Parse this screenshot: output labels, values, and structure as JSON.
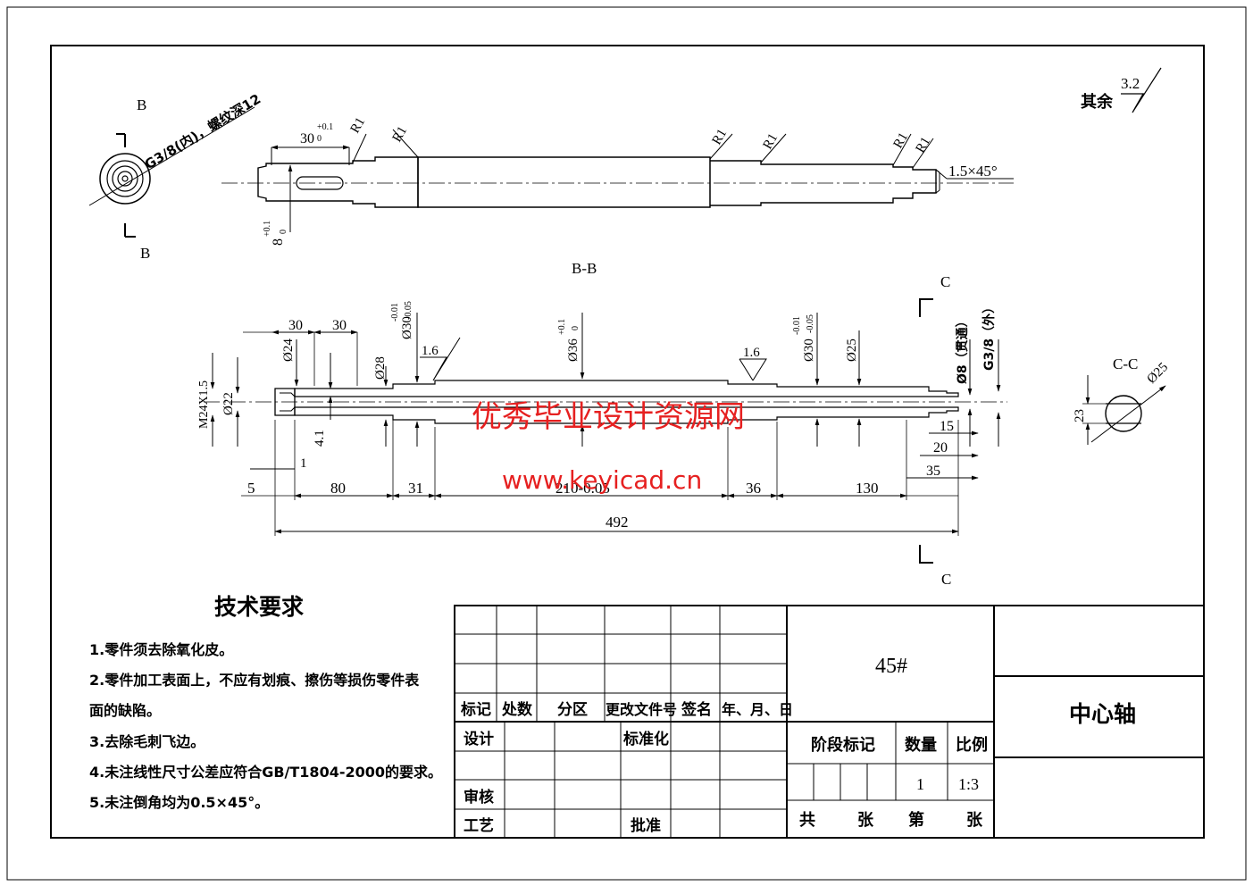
{
  "roughness_other": {
    "label": "其余",
    "value": "3.2"
  },
  "section_marks": {
    "b_top": "B",
    "b_bottom": "B",
    "c_top": "C",
    "c_bottom": "C"
  },
  "section_titles": {
    "bb": "B-B",
    "cc": "C-C"
  },
  "top_view": {
    "thread_note": "G3/8(内)，螺纹深12",
    "keyway_len": "30",
    "keyway_tol": "+0.1\n0",
    "keyway_width": "8",
    "keyway_width_tol": "+0.1\n0",
    "radii": [
      "R1",
      "R1",
      "R1",
      "R1",
      "R1",
      "R1"
    ],
    "chamfer": "1.5×45°"
  },
  "section_bb": {
    "dims_top": [
      "30",
      "30",
      "Ø24",
      "Ø28",
      "Ø30-0.01\n-0.05",
      "Ø36+0.1\n0",
      "Ø30-0.01\n-0.05",
      "Ø25",
      "Ø8（贯通）",
      "G3/8（外）"
    ],
    "roughness": [
      "1.6",
      "1.6"
    ],
    "dims_left": [
      "M24X1.5",
      "Ø22",
      "4.1",
      "1"
    ],
    "dims_right": [
      "15",
      "20",
      "35"
    ],
    "dims_bottom": [
      "5",
      "80",
      "31",
      "210-0.05",
      "36",
      "130"
    ],
    "overall_length": "492"
  },
  "section_cc": {
    "height": "23",
    "diameter": "Ø25"
  },
  "watermark": {
    "line1": "优秀毕业设计资源网",
    "line2": "www.keyicad.cn"
  },
  "tech_requirements": {
    "title": "技术要求",
    "items": [
      "1.零件须去除氧化皮。",
      "2.零件加工表面上，不应有划痕、擦伤等损伤零件表",
      "面的缺陷。",
      "3.去除毛刺飞边。",
      "4.未注线性尺寸公差应符合GB/T1804-2000的要求。",
      "5.未注倒角均为0.5×45°。"
    ]
  },
  "title_block": {
    "material": "45#",
    "part_name": "中心轴",
    "rev_headers": [
      "标记",
      "处数",
      "分区",
      "更改文件号",
      "签名",
      "年、月、日"
    ],
    "roles": {
      "design": "设计",
      "standard": "标准化",
      "check": "审核",
      "process": "工艺",
      "approve": "批准"
    },
    "stage_label": "阶段标记",
    "qty_label": "数量",
    "scale_label": "比例",
    "qty": "1",
    "scale": "1:3",
    "sheets": [
      "共",
      "张",
      "第",
      "张"
    ]
  }
}
